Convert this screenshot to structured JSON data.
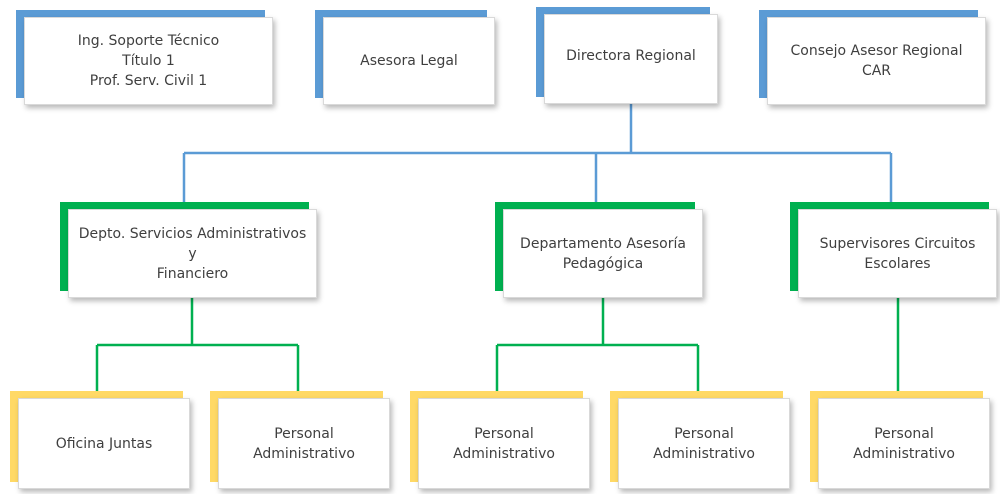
{
  "colors": {
    "blue_accent": "#5b9bd5",
    "green_accent": "#00b050",
    "yellow_accent": "#ffd966",
    "blue_line": "#5b9bd5",
    "green_line": "#00b050"
  },
  "top_row": {
    "ing_soporte": "Ing. Soporte Técnico\nTítulo 1\nProf. Serv. Civil 1",
    "asesora_legal": "Asesora Legal",
    "directora_regional": "Directora Regional",
    "consejo_asesor": "Consejo Asesor Regional CAR"
  },
  "middle_row": {
    "depto_servicios": "Depto. Servicios Administrativos y\nFinanciero",
    "depto_asesoria": "Departamento Asesoría\nPedagógica",
    "supervisores": "Supervisores Circuitos\nEscolares"
  },
  "bottom_row": {
    "oficina_juntas": "Oficina Juntas",
    "personal_1": "Personal\nAdministrativo",
    "personal_2": "Personal\nAdministrativo",
    "personal_3": "Personal\nAdministrativo",
    "personal_4": "Personal\nAdministrativo"
  }
}
